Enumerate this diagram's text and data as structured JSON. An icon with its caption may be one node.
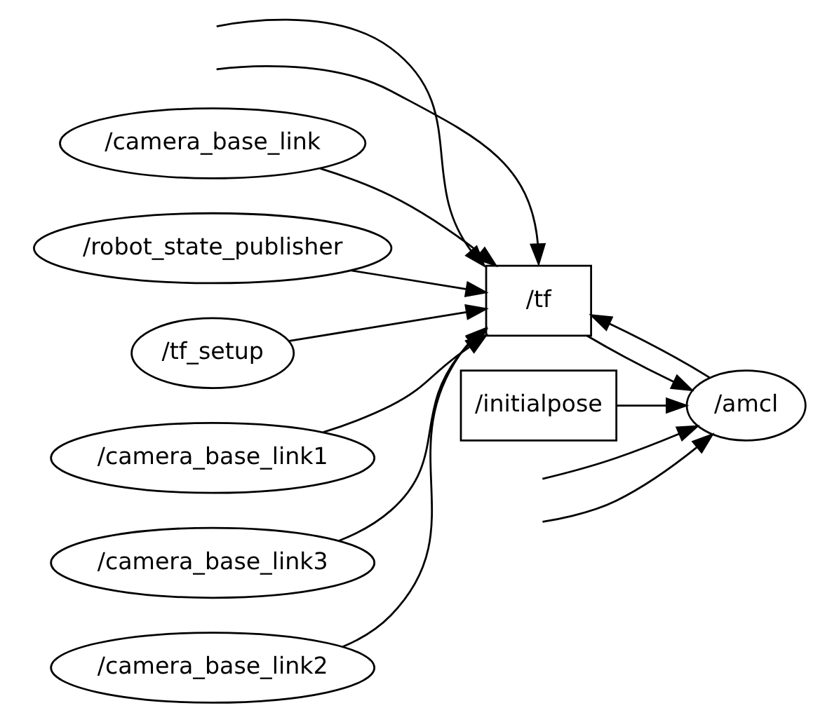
{
  "diagram": {
    "nodes": [
      {
        "text": [
          "/camera_base_link"
        ]
      },
      {
        "text": [
          "/robot_state_publisher"
        ]
      },
      {
        "text": [
          "/tf_setup"
        ]
      },
      {
        "text": [
          "/camera_base_link1"
        ]
      },
      {
        "text": [
          "/camera_base_link3"
        ]
      },
      {
        "text": [
          "/camera_base_link2"
        ]
      },
      {
        "text": [
          "/initialpose"
        ]
      },
      {
        "text": [
          "/tf"
        ]
      },
      {
        "text": [
          "/amcl"
        ]
      }
    ],
    "edges": [
      {
        "from": null,
        "to": 7,
        "arrow": "to"
      },
      {
        "from": null,
        "to": 7,
        "arrow": "to"
      },
      {
        "from": 0,
        "to": 7,
        "arrow": "to"
      },
      {
        "from": 1,
        "to": 7,
        "arrow": "to"
      },
      {
        "from": 2,
        "to": 7,
        "arrow": "to"
      },
      {
        "from": 3,
        "to": 7,
        "arrow": "to"
      },
      {
        "from": 4,
        "to": 7,
        "arrow": "to"
      },
      {
        "from": 5,
        "to": 7,
        "arrow": "to"
      },
      {
        "from": 6,
        "to": 8,
        "arrow": "to"
      },
      {
        "from": 8,
        "to": 7,
        "arrow": "to"
      },
      {
        "from": 7,
        "to": 8,
        "arrow": "to"
      },
      {
        "from": null,
        "to": 8,
        "arrow": "to"
      },
      {
        "from": null,
        "to": 8,
        "arrow": "to"
      }
    ]
  }
}
